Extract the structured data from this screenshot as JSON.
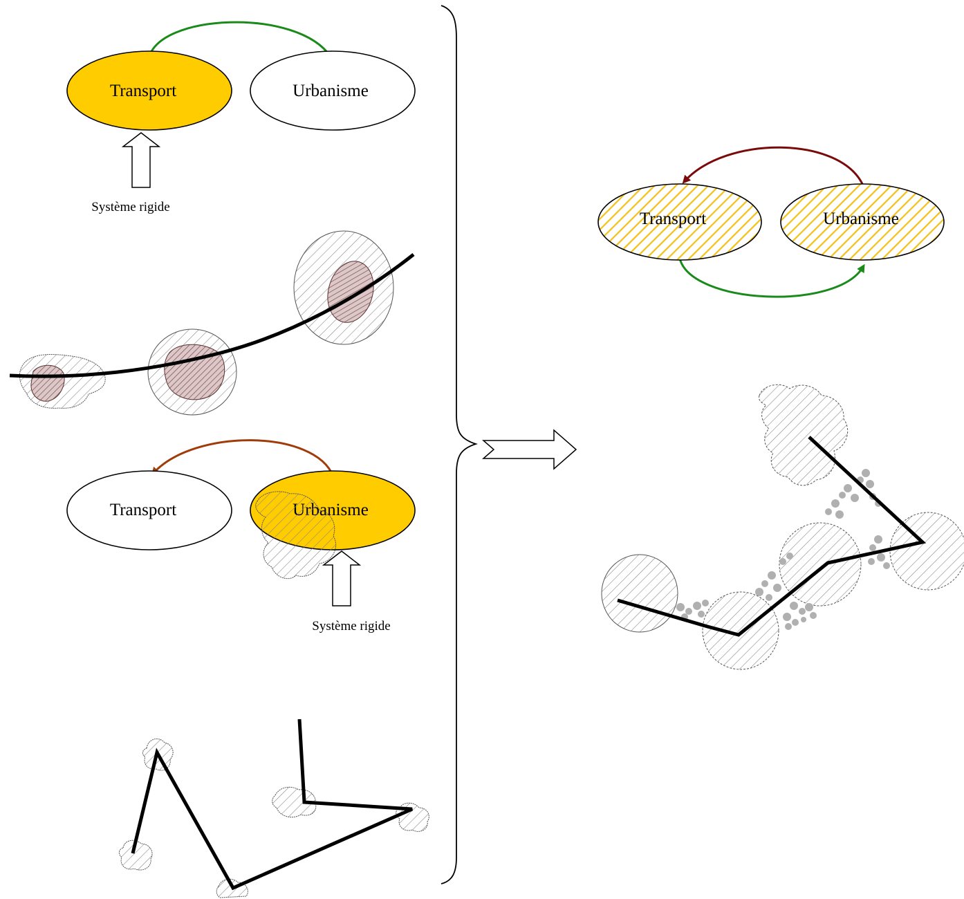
{
  "left_panel": {
    "top_diagram": {
      "node_a": "Transport",
      "node_b": "Urbanisme",
      "caption": "Système rigide",
      "highlighted_node": "Transport",
      "arrow_color": "#1a8a1a"
    },
    "bottom_diagram": {
      "node_a": "Transport",
      "node_b": "Urbanisme",
      "caption": "Système rigide",
      "highlighted_node": "Urbanisme",
      "arrow_color": "#a03c0a"
    }
  },
  "right_panel": {
    "diagram": {
      "node_a": "Transport",
      "node_b": "Urbanisme",
      "arrow_top_color": "#7a0a0a",
      "arrow_bottom_color": "#1a8a1a"
    }
  },
  "colors": {
    "highlight_fill": "#ffcc00",
    "hatch_yellow": "#f2c21a",
    "hatch_gray": "#8a8a8a",
    "inner_core": "#b09090",
    "route_line": "#000000",
    "sprawl_dots": "#b0b0b0"
  }
}
